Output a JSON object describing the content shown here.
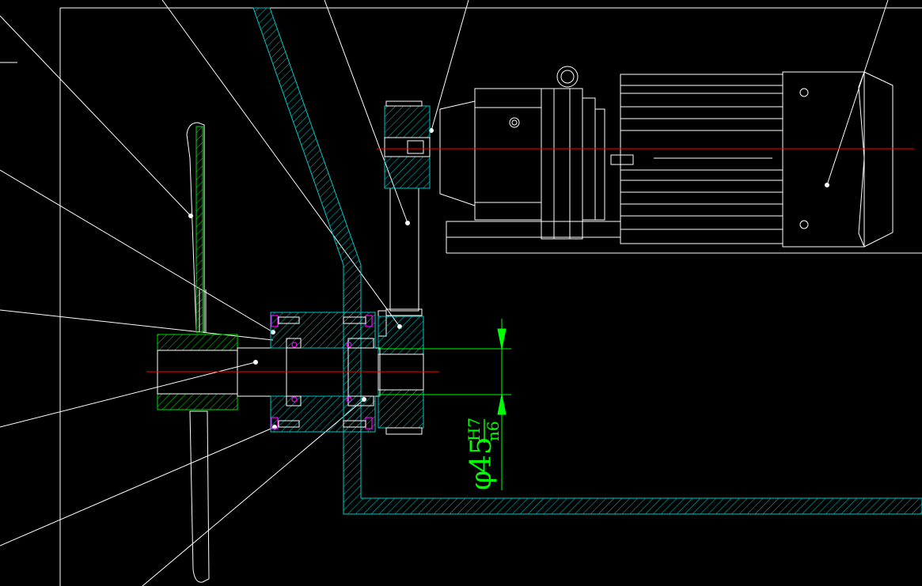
{
  "drawing": {
    "background_color": "#000000",
    "line_color": "#ffffff",
    "hatch_color": "#00c8c8",
    "centerline_color": "#ff0000",
    "dimension_color": "#00ff00",
    "fastener_color": "#ff00ff"
  },
  "dimension": {
    "symbol": "φ",
    "nominal": "45",
    "tolerance_upper": "H7",
    "tolerance_lower": "n6"
  }
}
